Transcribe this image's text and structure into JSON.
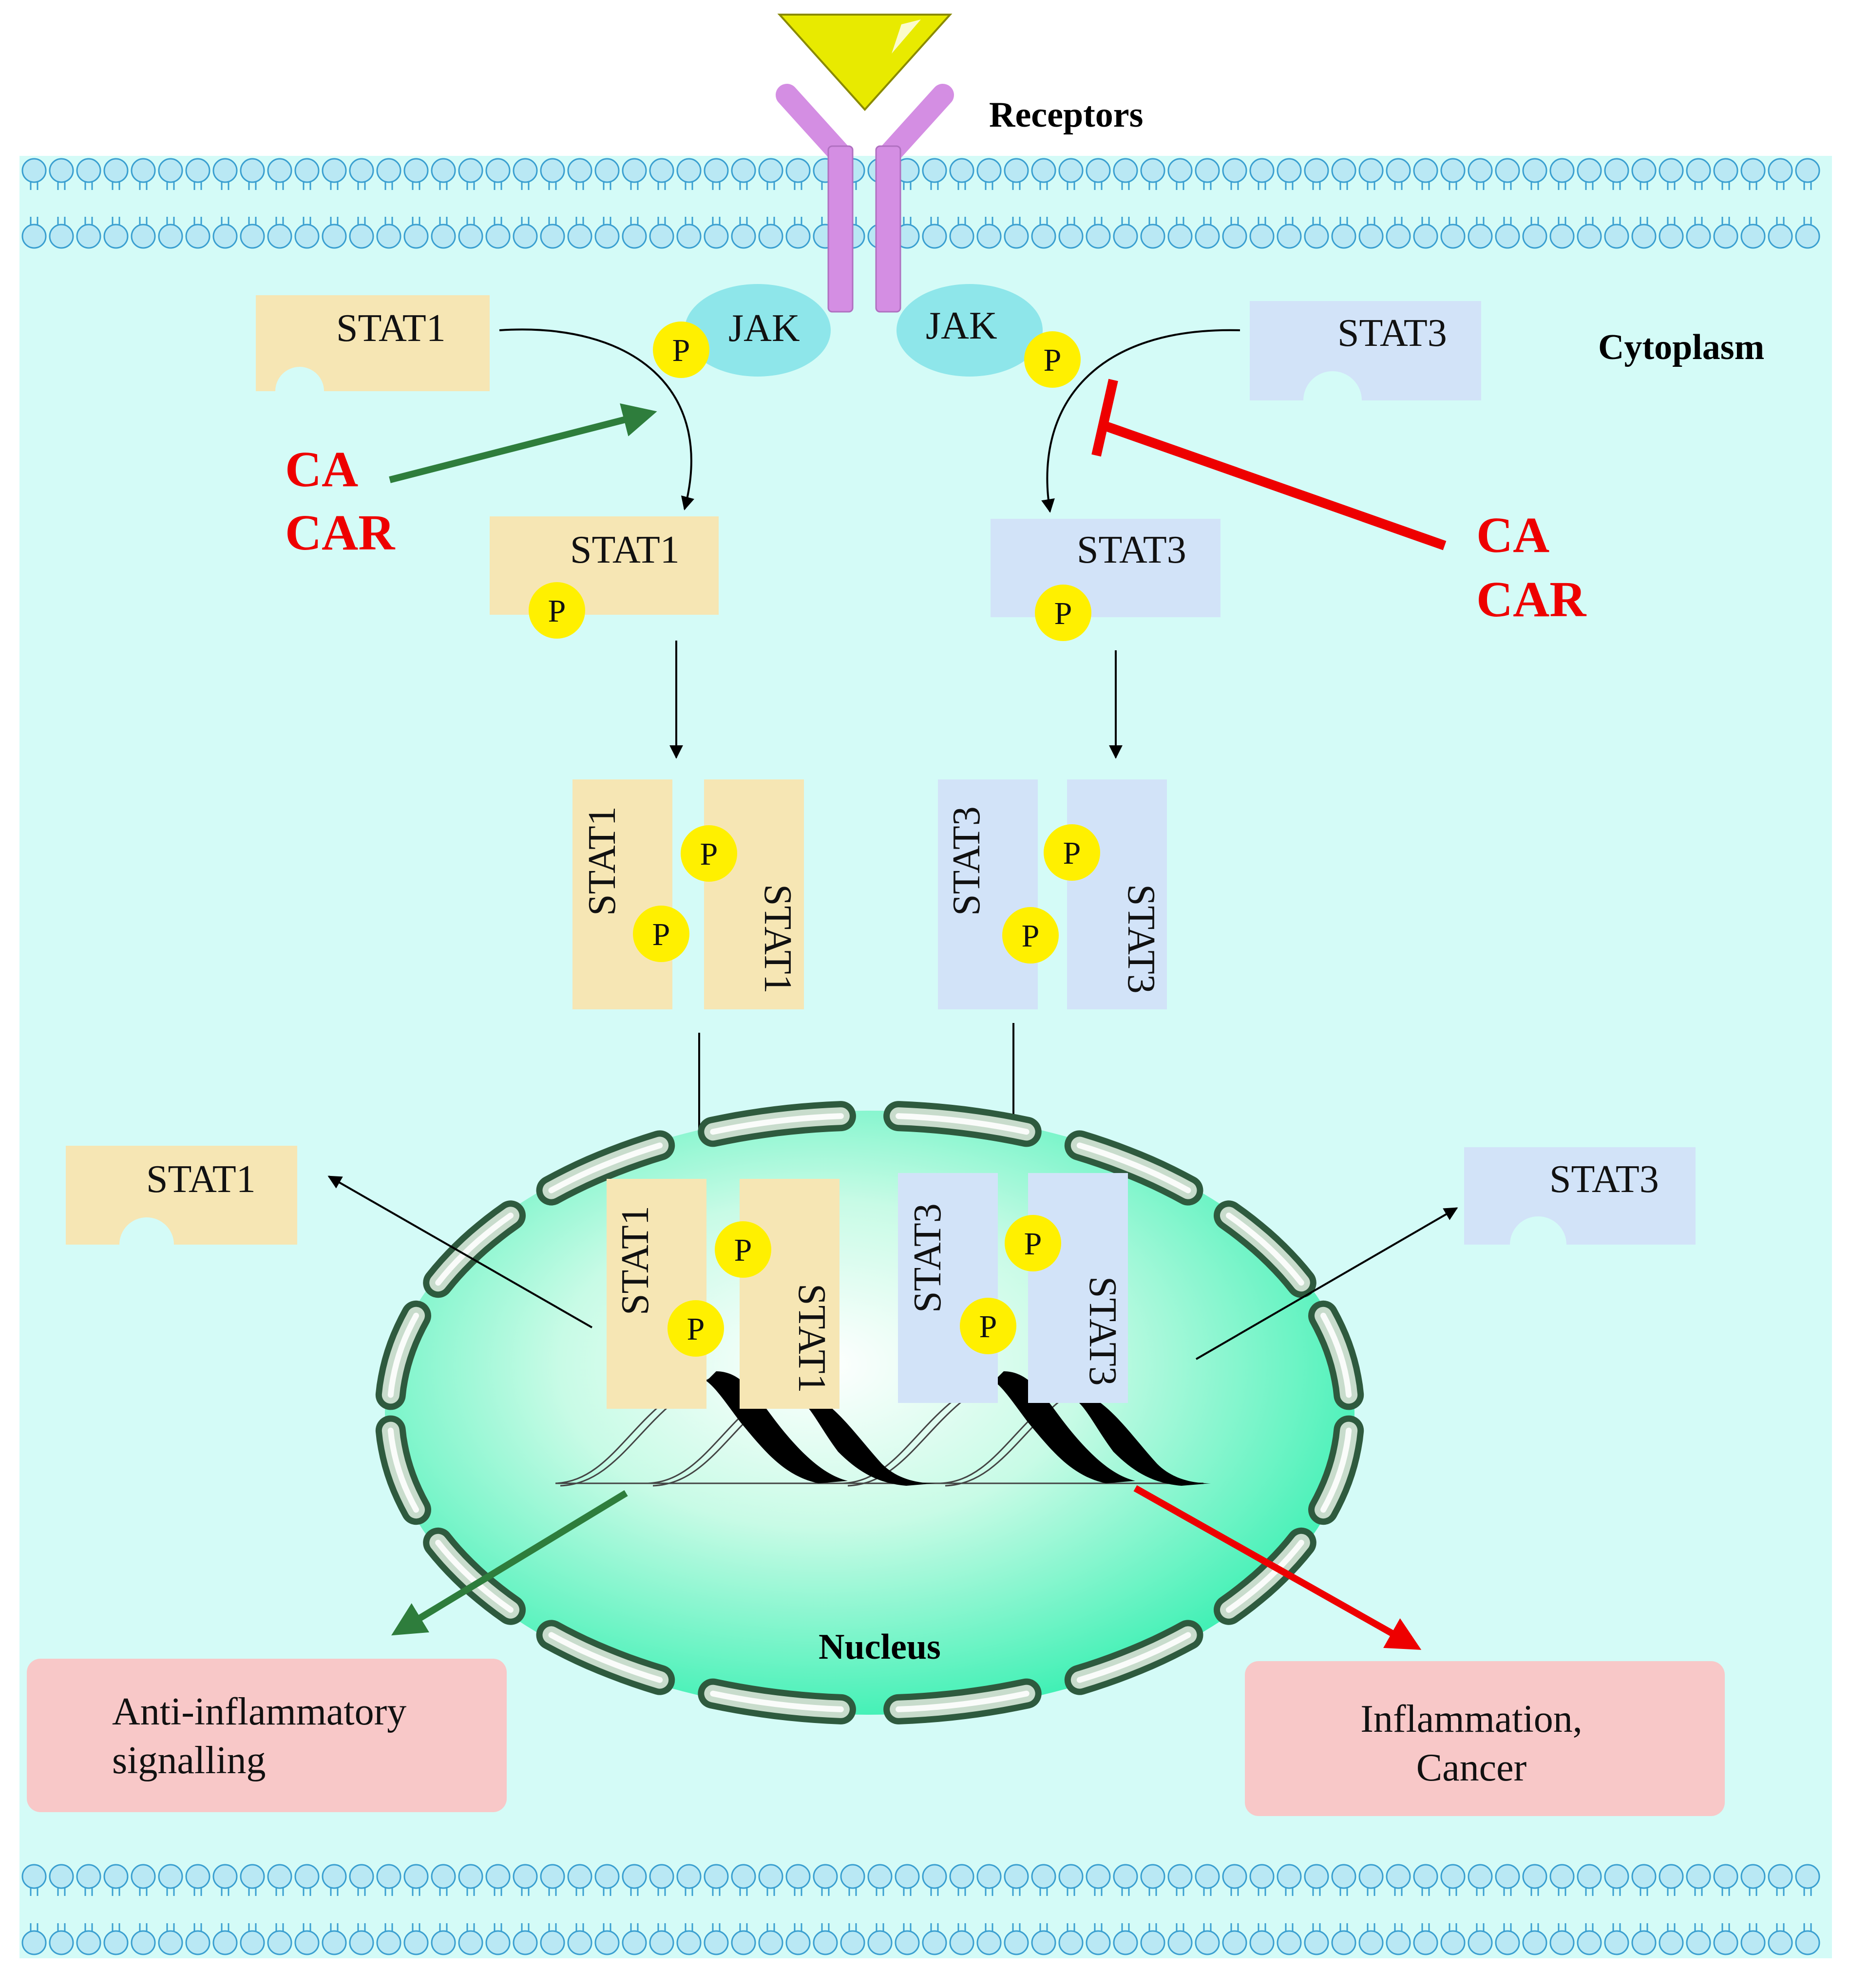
{
  "labels": {
    "receptors": "Receptors",
    "cytoplasm": "Cytoplasm",
    "nucleus": "Nucleus",
    "jak": "JAK",
    "phospho": "P",
    "stat1": "STAT1",
    "stat3": "STAT3"
  },
  "inhibitor": {
    "line1": "CA",
    "line2": "CAR"
  },
  "outcomes": {
    "left": {
      "line1": "Anti-inflammatory",
      "line2": "signalling"
    },
    "right": {
      "line1": "Inflammation,",
      "line2": "Cancer"
    }
  },
  "colors": {
    "cytoplasm": "#d4fbf7",
    "membrane_head": "#b9e8f4",
    "membrane_line": "#3a9fd0",
    "receptor": "#d48ee3",
    "ligand": "#e8ea00",
    "jak": "#8ee6ea",
    "phospho": "#fff000",
    "stat1": "#f6e6b4",
    "stat3": "#d2e3f8",
    "activation_arrow": "#2e7d3c",
    "inhibition": "#ee0000",
    "outcome_box": "#f8c8c8",
    "nucleus": "#7af0c4",
    "nuclear_envelope": "#2e5a3e"
  }
}
